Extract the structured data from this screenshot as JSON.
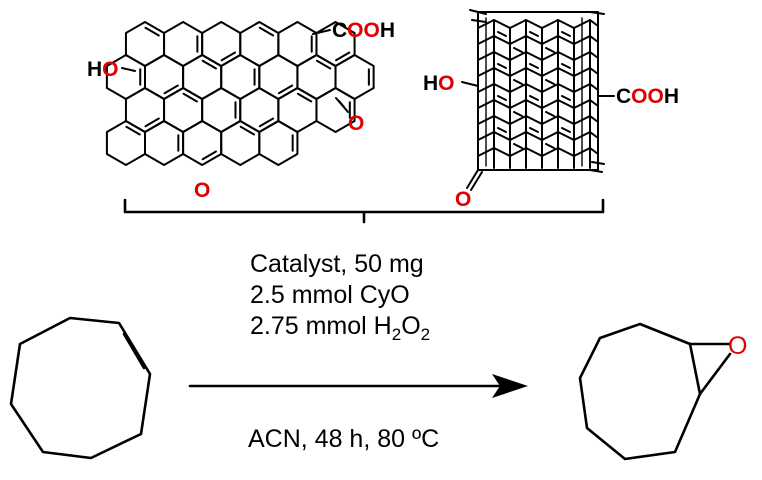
{
  "catalyst_graphene": {
    "hydroxyl": {
      "h": "H",
      "o": "O"
    },
    "carboxyl": {
      "c": "C",
      "o1": "O",
      "o2": "O",
      "h": "H"
    },
    "carbonyl_o": "O",
    "ether_o": "O"
  },
  "catalyst_nanotube": {
    "hydroxyl": {
      "h": "H",
      "o": "O"
    },
    "carboxyl": {
      "c": "C",
      "o1": "O",
      "o2": "O",
      "h": "H"
    },
    "carbonyl_o": "O"
  },
  "conditions": {
    "line1": "Catalyst, 50 mg",
    "line2": "2.5 mmol CyO",
    "line3_prefix": "2.75 mmol H",
    "line3_sub1": "2",
    "line3_mid": "O",
    "line3_sub2": "2",
    "below_arrow": "ACN, 48 h, 80 ºC"
  },
  "product": {
    "epoxide_o": "O"
  },
  "colors": {
    "heteroatom": "#e00000",
    "bond": "#000000"
  }
}
